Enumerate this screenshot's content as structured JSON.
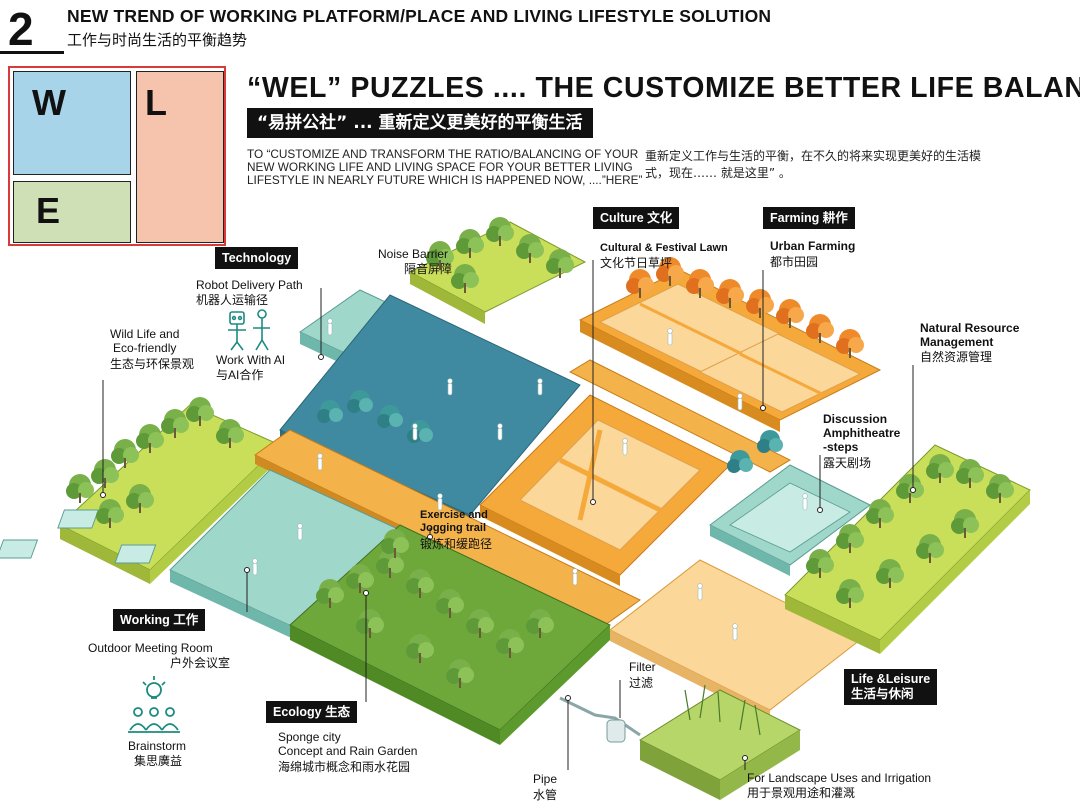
{
  "header": {
    "number": "2",
    "title_en": "NEW TREND OF WORKING PLATFORM/PLACE AND LIVING LIFESTYLE SOLUTION",
    "title_cn": "工作与时尚生活的平衡趋势"
  },
  "wel_box": {
    "w": "W",
    "e": "E",
    "l": "L",
    "colors": {
      "w": "#a8d4ea",
      "e": "#cfe0b6",
      "l": "#f6c4ad",
      "border": "#d93a3a"
    }
  },
  "headline": {
    "title_en": "“WEL” PUZZLES .... THE CUSTOMIZE BETTER LIFE BALANCE",
    "title_cn": "“易拼公社” ... 重新定义更美好的平衡生活",
    "desc_en": "TO “CUSTOMIZE AND TRANSFORM THE RATIO/BALANCING OF YOUR NEW WORKING LIFE AND LIVING SPACE FOR YOUR BETTER LIVING LIFESTYLE IN NEARLY FUTURE WHICH IS HAPPENED NOW, ....”HERE”",
    "desc_cn": "重新定义工作与生活的平衡，在不久的将来实现更美好的生活模式，现在…… 就是这里” 。"
  },
  "tags": {
    "technology": "Technology",
    "culture": "Culture 文化",
    "farming": "Farming 耕作",
    "working": "Working 工作",
    "ecology": "Ecology 生态",
    "leisure": "Life &Leisure\n生活与休闲"
  },
  "labels": {
    "noise_en": "Noise Barrier",
    "noise_cn": "隔音屏障",
    "festival_en": "Cultural & Festival Lawn",
    "festival_cn": "文化节日草坪",
    "urban_en": "Urban Farming",
    "urban_cn": "都市田园",
    "robot_en": "Robot Delivery Path",
    "robot_cn": "机器人运输径",
    "ai_en": "Work With AI",
    "ai_cn": "与AI合作",
    "wild_en": "Wild Life and\nEco-friendly",
    "wild_cn": "生态与环保景观",
    "natural_en": "Natural Resource\nManagement",
    "natural_cn": "自然资源管理",
    "disc_en": "Discussion\nAmphitheatre\n-steps",
    "disc_cn": "露天剧场",
    "jog_en": "Exercise and\nJogging trail",
    "jog_cn": "锻炼和缓跑径",
    "meeting_en": "Outdoor Meeting Room",
    "meeting_cn": "户外会议室",
    "brain_en": "Brainstorm",
    "brain_cn": "集思廣益",
    "sponge_en": "Sponge city\nConcept and Rain Garden",
    "sponge_cn": "海绵城市概念和雨水花园",
    "filter_en": "Filter",
    "filter_cn": "过滤",
    "pipe_en": "Pipe",
    "pipe_cn": "水管",
    "irrig_en": "For Landscape Uses and  Irrigation",
    "irrig_cn": "用于景观用途和灌溉"
  },
  "zone_colors": {
    "lime": "#c9df5a",
    "teal": "#8ccfc0",
    "blue": "#3f8aa0",
    "orange": "#f6a93b",
    "pale_orange": "#fbd79a",
    "path": "#f3b24a",
    "grass": "#6fa83a",
    "tree": "#79b04a",
    "autumn": "#ef8a2b"
  }
}
